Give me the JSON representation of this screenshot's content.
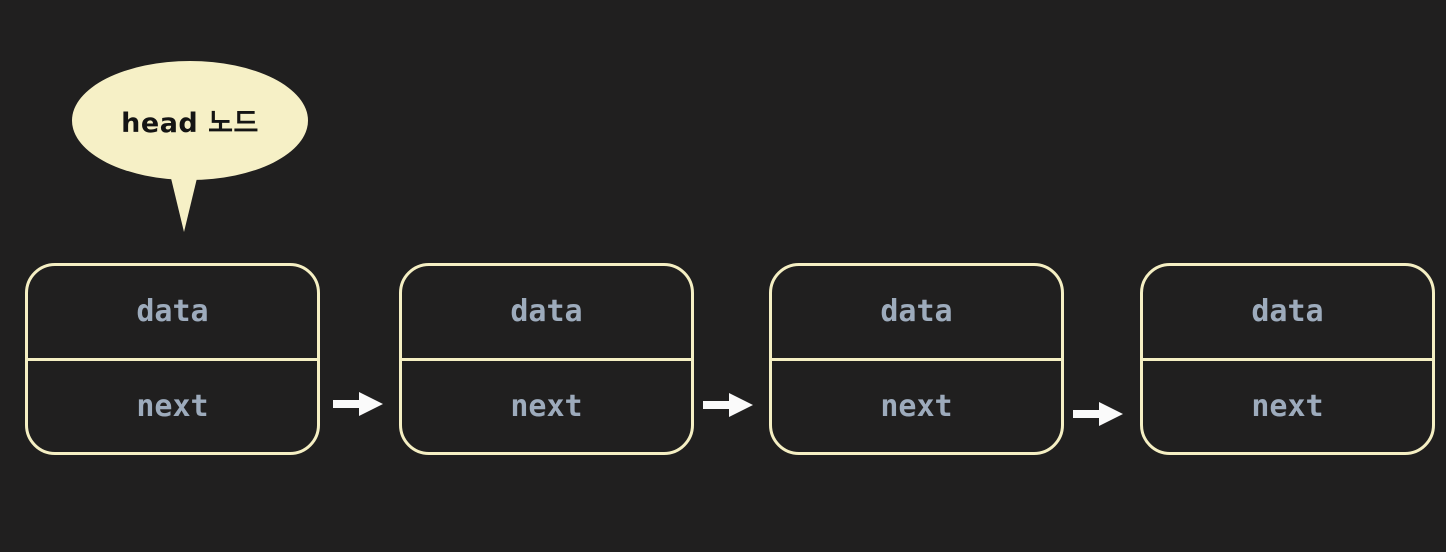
{
  "diagram": {
    "title_semantic": "singly linked list with head node callout",
    "bubble": {
      "label": "head 노드"
    },
    "nodes": [
      {
        "data_label": "data",
        "next_label": "next"
      },
      {
        "data_label": "data",
        "next_label": "next"
      },
      {
        "data_label": "data",
        "next_label": "next"
      },
      {
        "data_label": "data",
        "next_label": "next"
      }
    ],
    "colors": {
      "background": "#201f1f",
      "node_border": "#f5efc3",
      "bubble_fill": "#f6f0c6",
      "bubble_text": "#141414",
      "cell_text": "#9dabbc",
      "arrow": "#fafafa"
    }
  }
}
